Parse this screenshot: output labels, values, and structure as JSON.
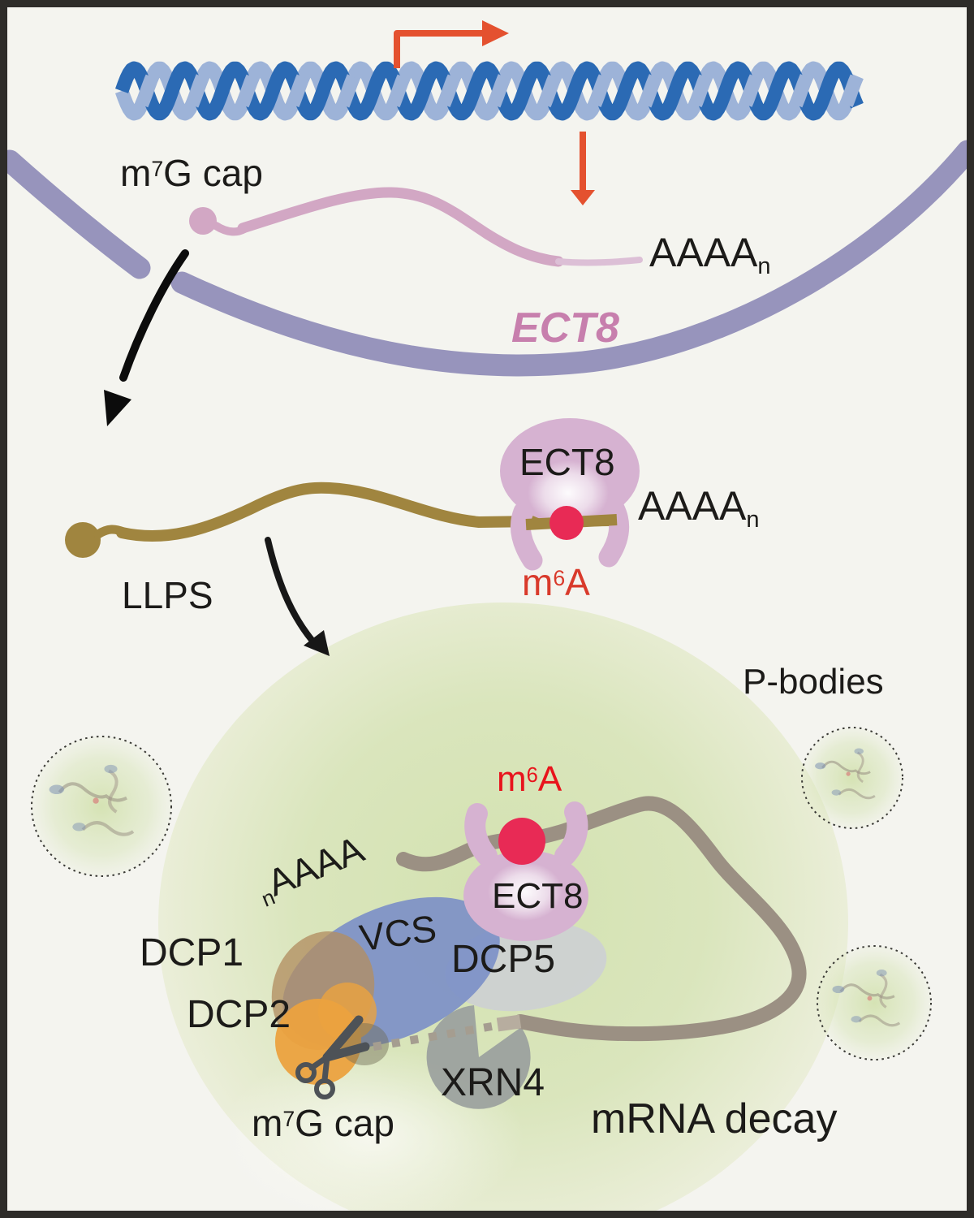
{
  "figure": {
    "type": "pathway-diagram",
    "description_labels": {
      "nucleus": {
        "cap_label": {
          "pre": "m",
          "sup": "7",
          "post": "G cap"
        },
        "polya": {
          "main": "AAAA",
          "sub": "n"
        },
        "gene_label": "ECT8"
      },
      "cytoplasm": {
        "ect8_label": "ECT8",
        "polya": {
          "main": "AAAA",
          "sub": "n"
        },
        "m6a_label": {
          "pre": "m",
          "sup": "6",
          "post": "A"
        },
        "llps_label": "LLPS"
      },
      "pbody": {
        "title": "P-bodies",
        "m6a_label": {
          "pre": "m",
          "sup": "6",
          "post": "A"
        },
        "ect8_label": "ECT8",
        "polya": {
          "sub": "n",
          "main": "AAAA"
        },
        "proteins": {
          "dcp1": "DCP1",
          "dcp2": "DCP2",
          "vcs": "VCS",
          "dcp5": "DCP5",
          "xrn4": "XRN4"
        },
        "cap_label": {
          "pre": "m",
          "sup": "7",
          "post": "G cap"
        },
        "decay_label": "mRNA decay"
      }
    },
    "colors": {
      "background": "#f4f4ef",
      "frame": "#2e2c29",
      "dna_dark": "#2b6ab4",
      "dna_light": "#9db3d8",
      "transcription_arrow": "#e4512f",
      "nuclear_mrna_pink": "#d2a7c4",
      "gene_label_pink": "#c77fad",
      "nuclear_membrane": "#9794bc",
      "cytoplasm_mrna_olive": "#a0853f",
      "ect8_protein_plum": "#d6b2d1",
      "m6a_dot": "#e82a55",
      "m6a_text_mid": "#d93a2b",
      "m6a_text_pbody": "#e8141c",
      "pbody_green": "#cbdda0",
      "pbody_mrna_taupe": "#9b9083",
      "vcs_blue": "#7d90c7",
      "dcp1_tan": "#b28e62",
      "dcp2_orange": "#eba23f",
      "dcp5_gray": "#cdd0d3",
      "xrn4_gray": "#9aa09d",
      "scissors": "#4d5257"
    }
  }
}
